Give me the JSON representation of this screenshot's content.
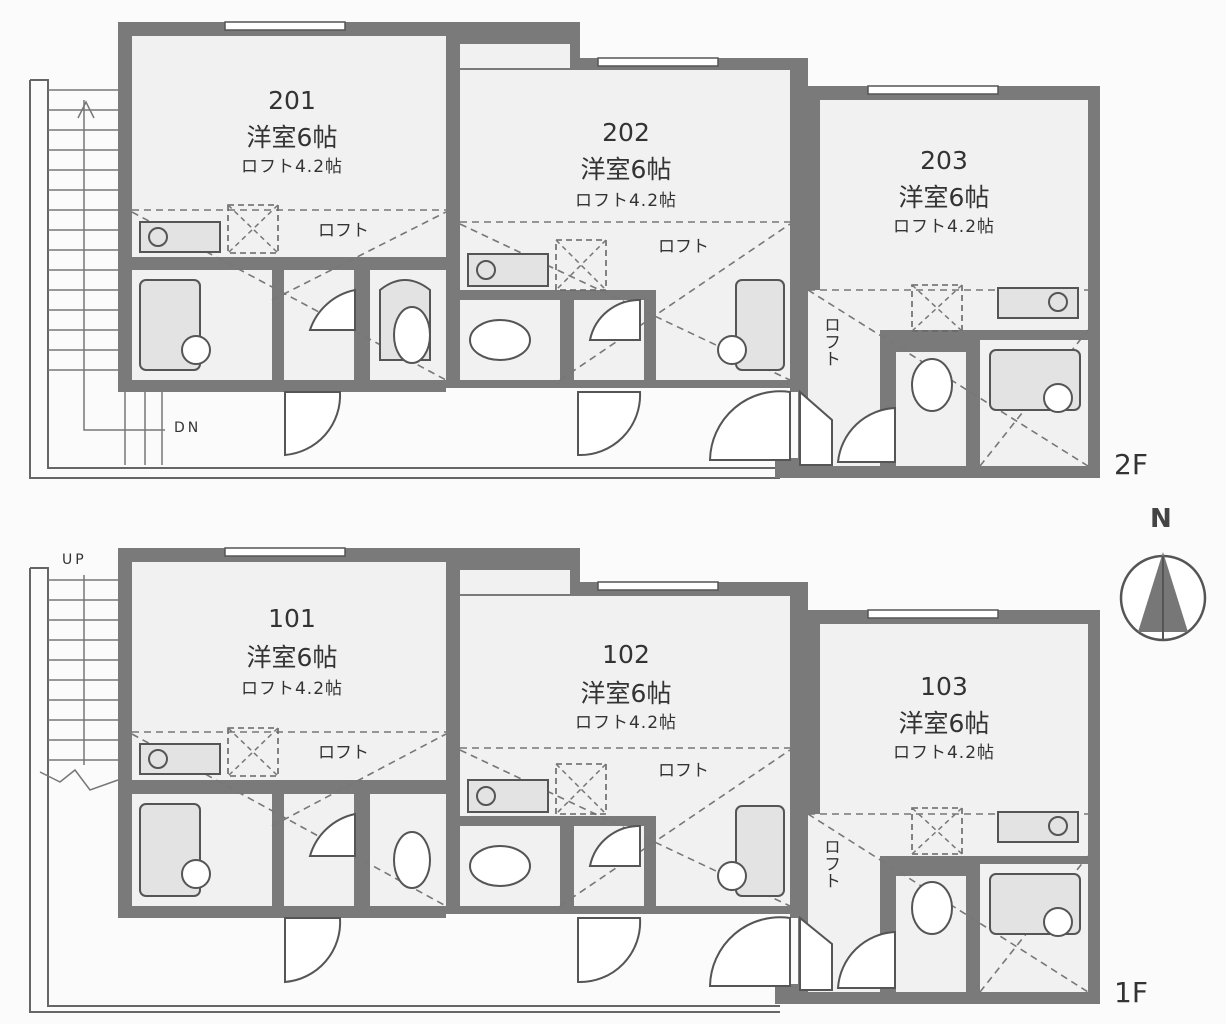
{
  "floors": {
    "second": {
      "label": "2F",
      "stair_label": "DN",
      "units": [
        {
          "number": "201",
          "type": "洋室6帖",
          "loft_size": "ロフト4.2帖",
          "loft_label": "ロフト"
        },
        {
          "number": "202",
          "type": "洋室6帖",
          "loft_size": "ロフト4.2帖",
          "loft_label": "ロフト"
        },
        {
          "number": "203",
          "type": "洋室6帖",
          "loft_size": "ロフト4.2帖",
          "loft_label": "ロフト"
        }
      ]
    },
    "first": {
      "label": "1F",
      "stair_label": "UP",
      "units": [
        {
          "number": "101",
          "type": "洋室6帖",
          "loft_size": "ロフト4.2帖",
          "loft_label": "ロフト"
        },
        {
          "number": "102",
          "type": "洋室6帖",
          "loft_size": "ロフト4.2帖",
          "loft_label": "ロフト"
        },
        {
          "number": "103",
          "type": "洋室6帖",
          "loft_size": "ロフト4.2帖",
          "loft_label": "ロフト"
        }
      ]
    }
  },
  "compass": {
    "label": "N"
  }
}
